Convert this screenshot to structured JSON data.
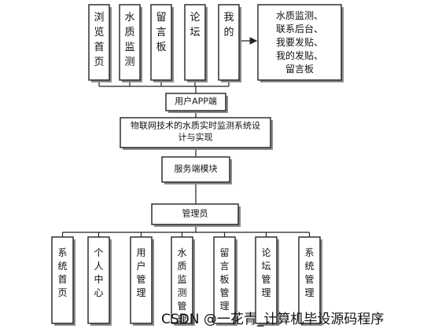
{
  "top_modules": [
    {
      "id": "browse-home",
      "lines": [
        "浏",
        "览",
        "首",
        "页"
      ]
    },
    {
      "id": "water-monitor",
      "lines": [
        "水",
        "质",
        "监",
        "测"
      ]
    },
    {
      "id": "message-board",
      "lines": [
        "留",
        "言",
        "板"
      ]
    },
    {
      "id": "forum",
      "lines": [
        "论",
        "坛"
      ]
    },
    {
      "id": "mine",
      "lines": [
        "我",
        "的"
      ]
    }
  ],
  "mine_detail": {
    "lines": [
      "水质监测、",
      "联系后台、",
      "我要发贴、",
      "我的发贴、",
      "留言板"
    ]
  },
  "user_app": {
    "label": "用户APP端"
  },
  "system": {
    "lines": [
      "物联网技术的水质实时监测系统设",
      "计与实现"
    ]
  },
  "server": {
    "label": "服务端模块"
  },
  "admin": {
    "label": "管理员"
  },
  "bottom_modules": [
    {
      "id": "system-home",
      "lines": [
        "系",
        "统",
        "首",
        "页"
      ]
    },
    {
      "id": "personal-center",
      "lines": [
        "个",
        "人",
        "中",
        "心"
      ]
    },
    {
      "id": "user-management",
      "lines": [
        "用",
        "户",
        "管",
        "理"
      ]
    },
    {
      "id": "water-monitor-management",
      "lines": [
        "水",
        "质",
        "监",
        "测",
        "管",
        "理"
      ]
    },
    {
      "id": "message-board-management",
      "lines": [
        "留",
        "言",
        "板",
        "管",
        "理"
      ]
    },
    {
      "id": "forum-management",
      "lines": [
        "论",
        "坛",
        "管",
        "理"
      ]
    },
    {
      "id": "system-management",
      "lines": [
        "系",
        "统",
        "管",
        "理"
      ]
    }
  ],
  "watermark": "CSDN @一花青_计算机毕设源码程序"
}
